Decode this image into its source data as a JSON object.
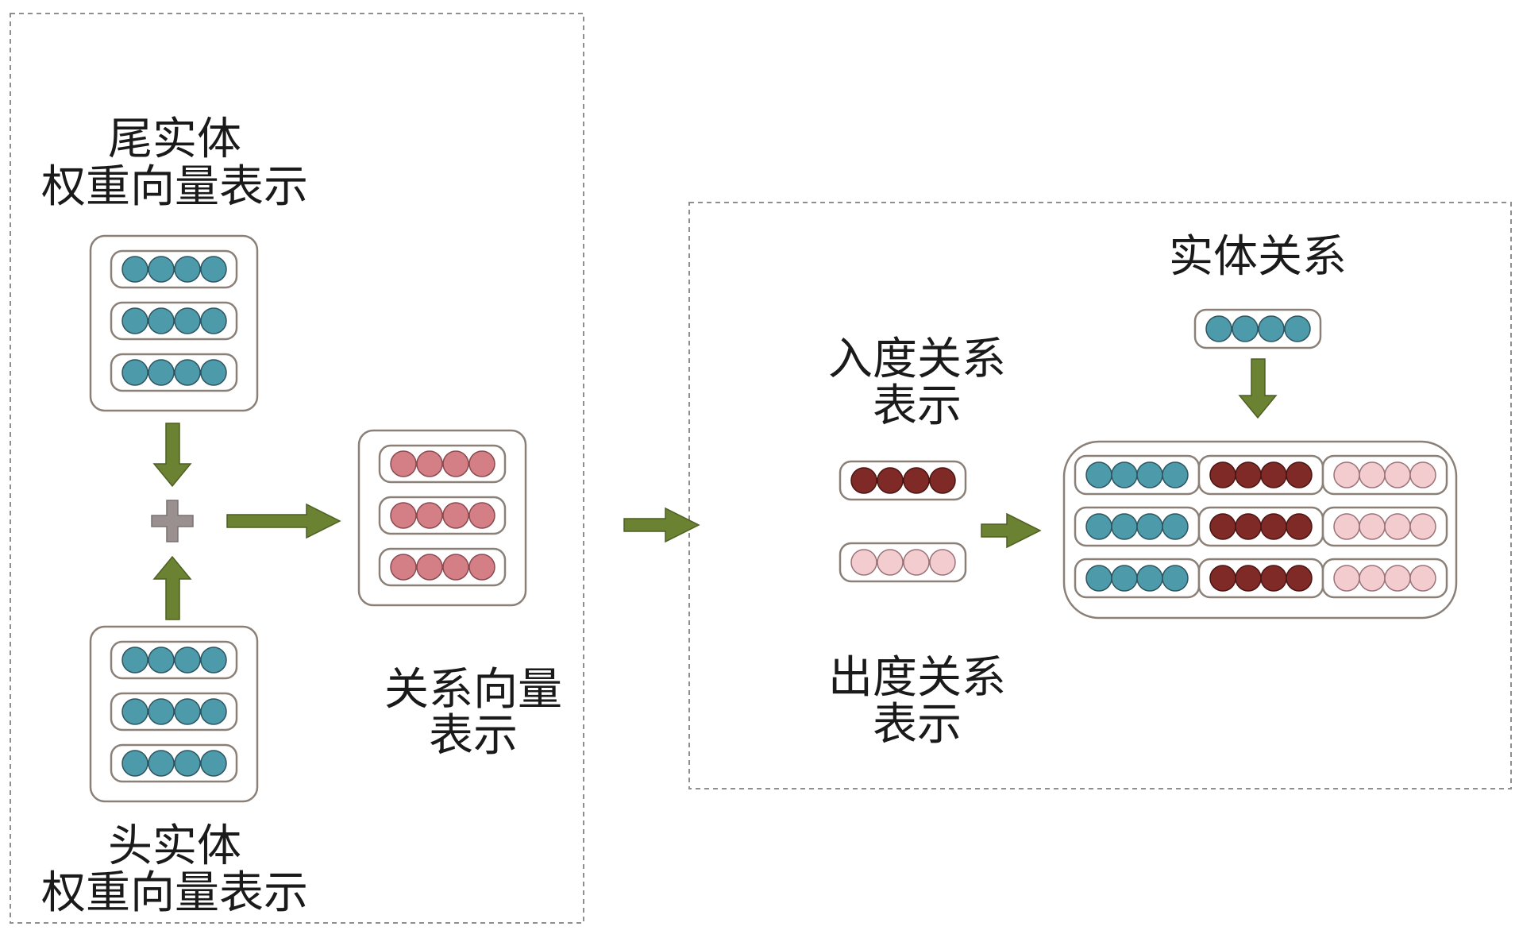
{
  "labels": {
    "tail_line1": "尾实体",
    "tail_line2": "权重向量表示",
    "head_line1": "头实体",
    "head_line2": "权重向量表示",
    "relation_line1": "关系向量",
    "relation_line2": "表示",
    "indegree_line1": "入度关系",
    "indegree_line2": "表示",
    "outdegree_line1": "出度关系",
    "outdegree_line2": "表示",
    "entity_relation": "实体关系"
  },
  "colors": {
    "entity_teal": "#4d9aab",
    "relation_pink": "#d47f86",
    "indegree_dark": "#7f2a26",
    "outdegree_light": "#f3cccf",
    "arrow_green": "#6b8233",
    "plus_gray": "#9a9090",
    "box_border": "#8a8078",
    "dashed_border": "#8f8f8f"
  },
  "icons": {
    "plus": "plus-icon",
    "arrow": "arrow-icon"
  }
}
